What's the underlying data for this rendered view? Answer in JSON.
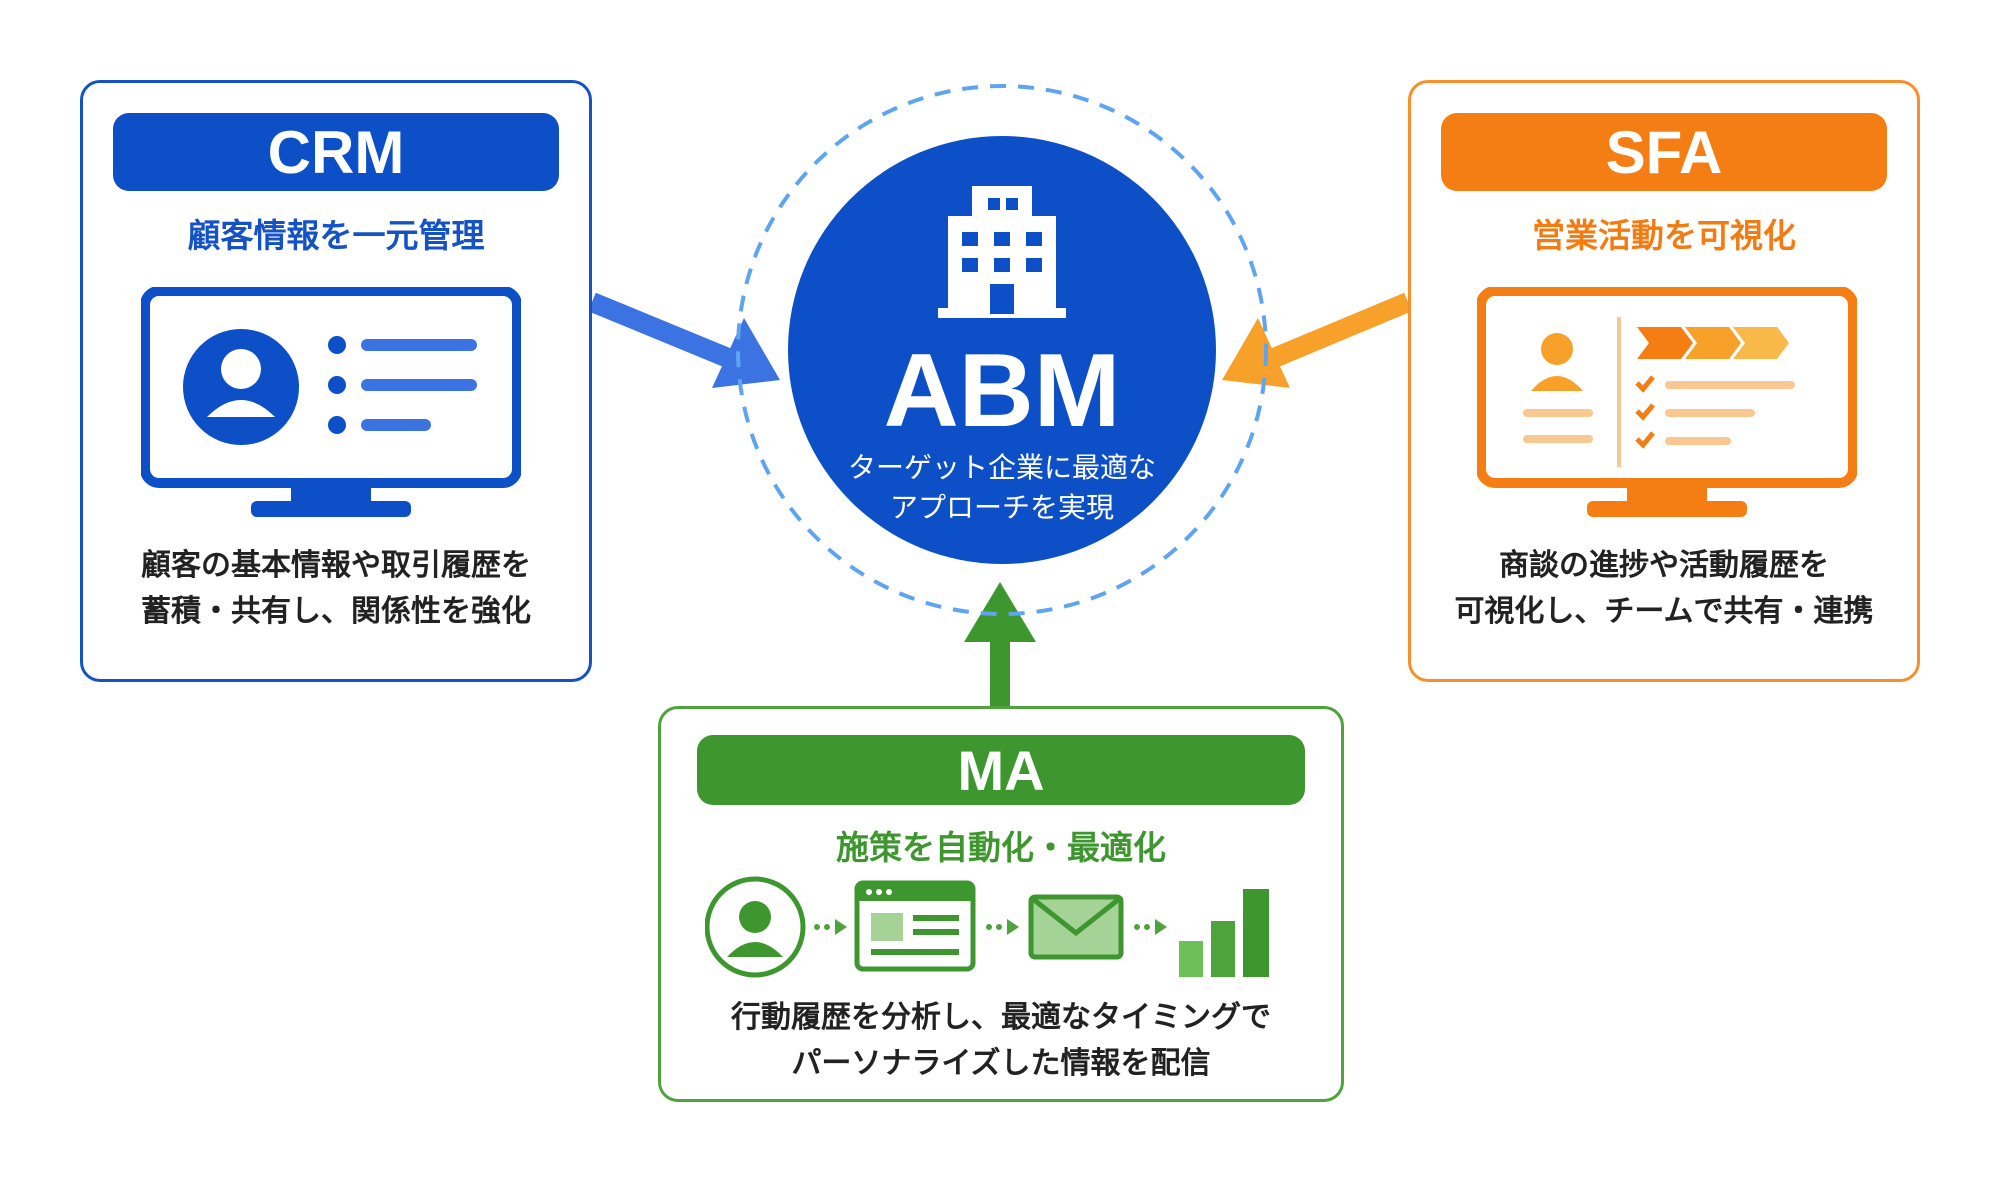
{
  "center": {
    "title": "ABM",
    "subtitle_line1": "ターゲット企業に最適な",
    "subtitle_line2": "アプローチを実現",
    "icon": "building-icon",
    "color": "#0d4fc6"
  },
  "crm": {
    "title": "CRM",
    "subtitle": "顧客情報を一元管理",
    "desc_line1": "顧客の基本情報や取引履歴を",
    "desc_line2": "蓄積・共有し、関係性を強化",
    "icon": "monitor-profile-icon",
    "color": "#1452c5"
  },
  "sfa": {
    "title": "SFA",
    "subtitle": "営業活動を可視化",
    "desc_line1": "商談の進捗や活動履歴を",
    "desc_line2": "可視化し、チームで共有・連携",
    "icon": "monitor-checklist-icon",
    "color": "#f57e14"
  },
  "ma": {
    "title": "MA",
    "subtitle": "施策を自動化・最適化",
    "desc_line1": "行動履歴を分析し、最適なタイミングで",
    "desc_line2": "パーソナライズした情報を配信",
    "icons": [
      "user-icon",
      "webpage-icon",
      "mail-icon",
      "bar-growth-icon"
    ],
    "color": "#3e962f"
  }
}
